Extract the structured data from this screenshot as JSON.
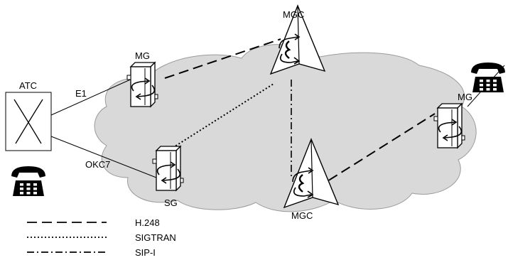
{
  "nodes": {
    "atc_label": "ATC",
    "mg_top_label": "MG",
    "mg_right_label": "MG",
    "sg_label": "SG",
    "mgc_top_label": "MGC",
    "mgc_bottom_label": "MGC"
  },
  "links": {
    "e1_label": "E1",
    "okc7_label": "OKC7"
  },
  "legend": {
    "items": [
      {
        "style": "dashed",
        "label": "H.248"
      },
      {
        "style": "dotted",
        "label": "SIGTRAN"
      },
      {
        "style": "dash-dot",
        "label": "SIP-I"
      }
    ]
  },
  "colors": {
    "cloud_fill": "#d9d9d9",
    "cloud_stroke": "#9a9a9a",
    "line": "#000000",
    "node_fill": "#ffffff"
  },
  "icons": [
    "telephone-icon",
    "switch-icon",
    "media-gateway-icon",
    "signaling-gateway-icon",
    "controller-pyramid-icon"
  ]
}
